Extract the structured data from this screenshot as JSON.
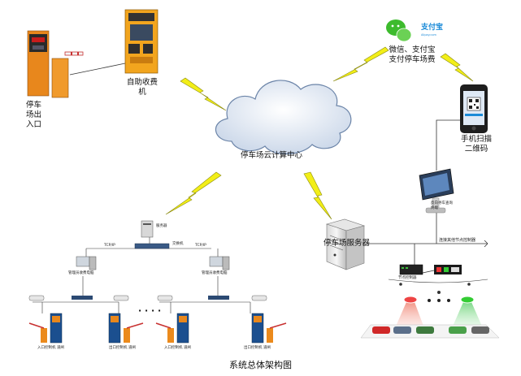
{
  "diagram": {
    "caption": "系统总体架构图",
    "cloud_label": "停车场云计算中心",
    "entrance_label": [
      "停车",
      "场出",
      "入口"
    ],
    "kiosk_label": [
      "自助收费",
      "机"
    ],
    "payment_label": [
      "微信、支付宝",
      "支付停车场费"
    ],
    "alipay_logo": "支付宝",
    "alipay_logo_sub": "Alipay.com",
    "phone_scan_label": [
      "手机扫描",
      "二维码"
    ],
    "server_label": "停车场服务器",
    "finder_terminal": [
      "反向寻车查询",
      "终端"
    ],
    "node_controller": "节点控制器",
    "connect_other": "连接其他节点控制器",
    "lan": {
      "server": "服务器",
      "switch": "交换机",
      "tcpip_left": "TCP/IP",
      "tcpip_right": "TCP/IP",
      "pc_left": "管理员收费电脑",
      "pc_right": "管理员收费电脑",
      "dots": "· · · ·"
    },
    "gates": [
      {
        "label": "入口控制机",
        "sub": "道闸"
      },
      {
        "label": "出口控制机",
        "sub": "道闸"
      },
      {
        "label": "入口控制机",
        "sub": "道闸"
      },
      {
        "label": "出口控制机",
        "sub": "道闸"
      }
    ],
    "colors": {
      "cloud_fill": "#dfe8f4",
      "cloud_stroke": "#6b84a8",
      "lightning": "#f2ee18",
      "entrance_orange": "#e8871c",
      "kiosk_orange": "#f2a51e",
      "gate_orange": "#eb8a1c",
      "gate_blue": "#1b4f8f",
      "wechat_green": "#3dbb2d",
      "alipay_blue": "#1b8bd8",
      "beam_red": "#f3a69b",
      "beam_green": "#9fe0a6"
    }
  }
}
